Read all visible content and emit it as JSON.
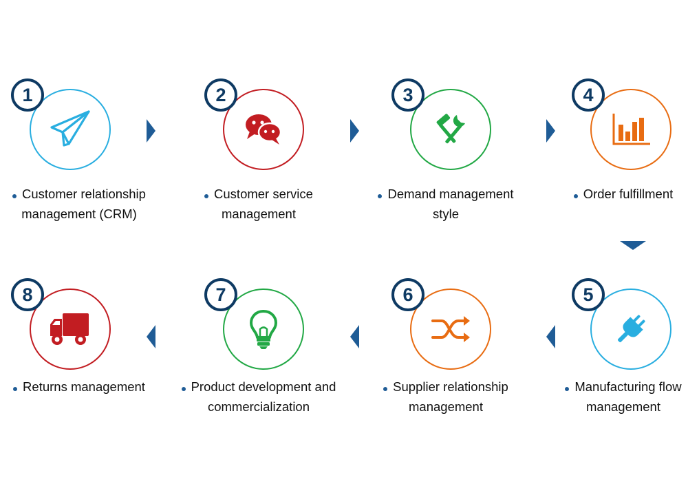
{
  "colors": {
    "number_badge": "#0e3a63",
    "arrow": "#1f5c96",
    "blue": "#29aee0",
    "red": "#c21d22",
    "green": "#22a845",
    "orange": "#e86c12"
  },
  "steps": [
    {
      "number": "1",
      "line1": "Customer relationship",
      "line2": "management (CRM)",
      "icon": "paper-plane-icon",
      "ring_color": "blue"
    },
    {
      "number": "2",
      "line1": "Customer service",
      "line2": "management",
      "icon": "chat-bubbles-icon",
      "ring_color": "red"
    },
    {
      "number": "3",
      "line1": "Demand management",
      "line2": "style",
      "icon": "hammer-wrench-icon",
      "ring_color": "green"
    },
    {
      "number": "4",
      "line1": "Order fulfillment",
      "line2": "",
      "icon": "bar-chart-icon",
      "ring_color": "orange"
    },
    {
      "number": "5",
      "line1": "Manufacturing flow",
      "line2": "management",
      "icon": "plug-icon",
      "ring_color": "blue"
    },
    {
      "number": "6",
      "line1": "Supplier relationship",
      "line2": "management",
      "icon": "shuffle-icon",
      "ring_color": "orange"
    },
    {
      "number": "7",
      "line1": "Product development and",
      "line2": "commercialization",
      "icon": "lightbulb-icon",
      "ring_color": "green"
    },
    {
      "number": "8",
      "line1": "Returns management",
      "line2": "",
      "icon": "truck-icon",
      "ring_color": "red"
    }
  ]
}
